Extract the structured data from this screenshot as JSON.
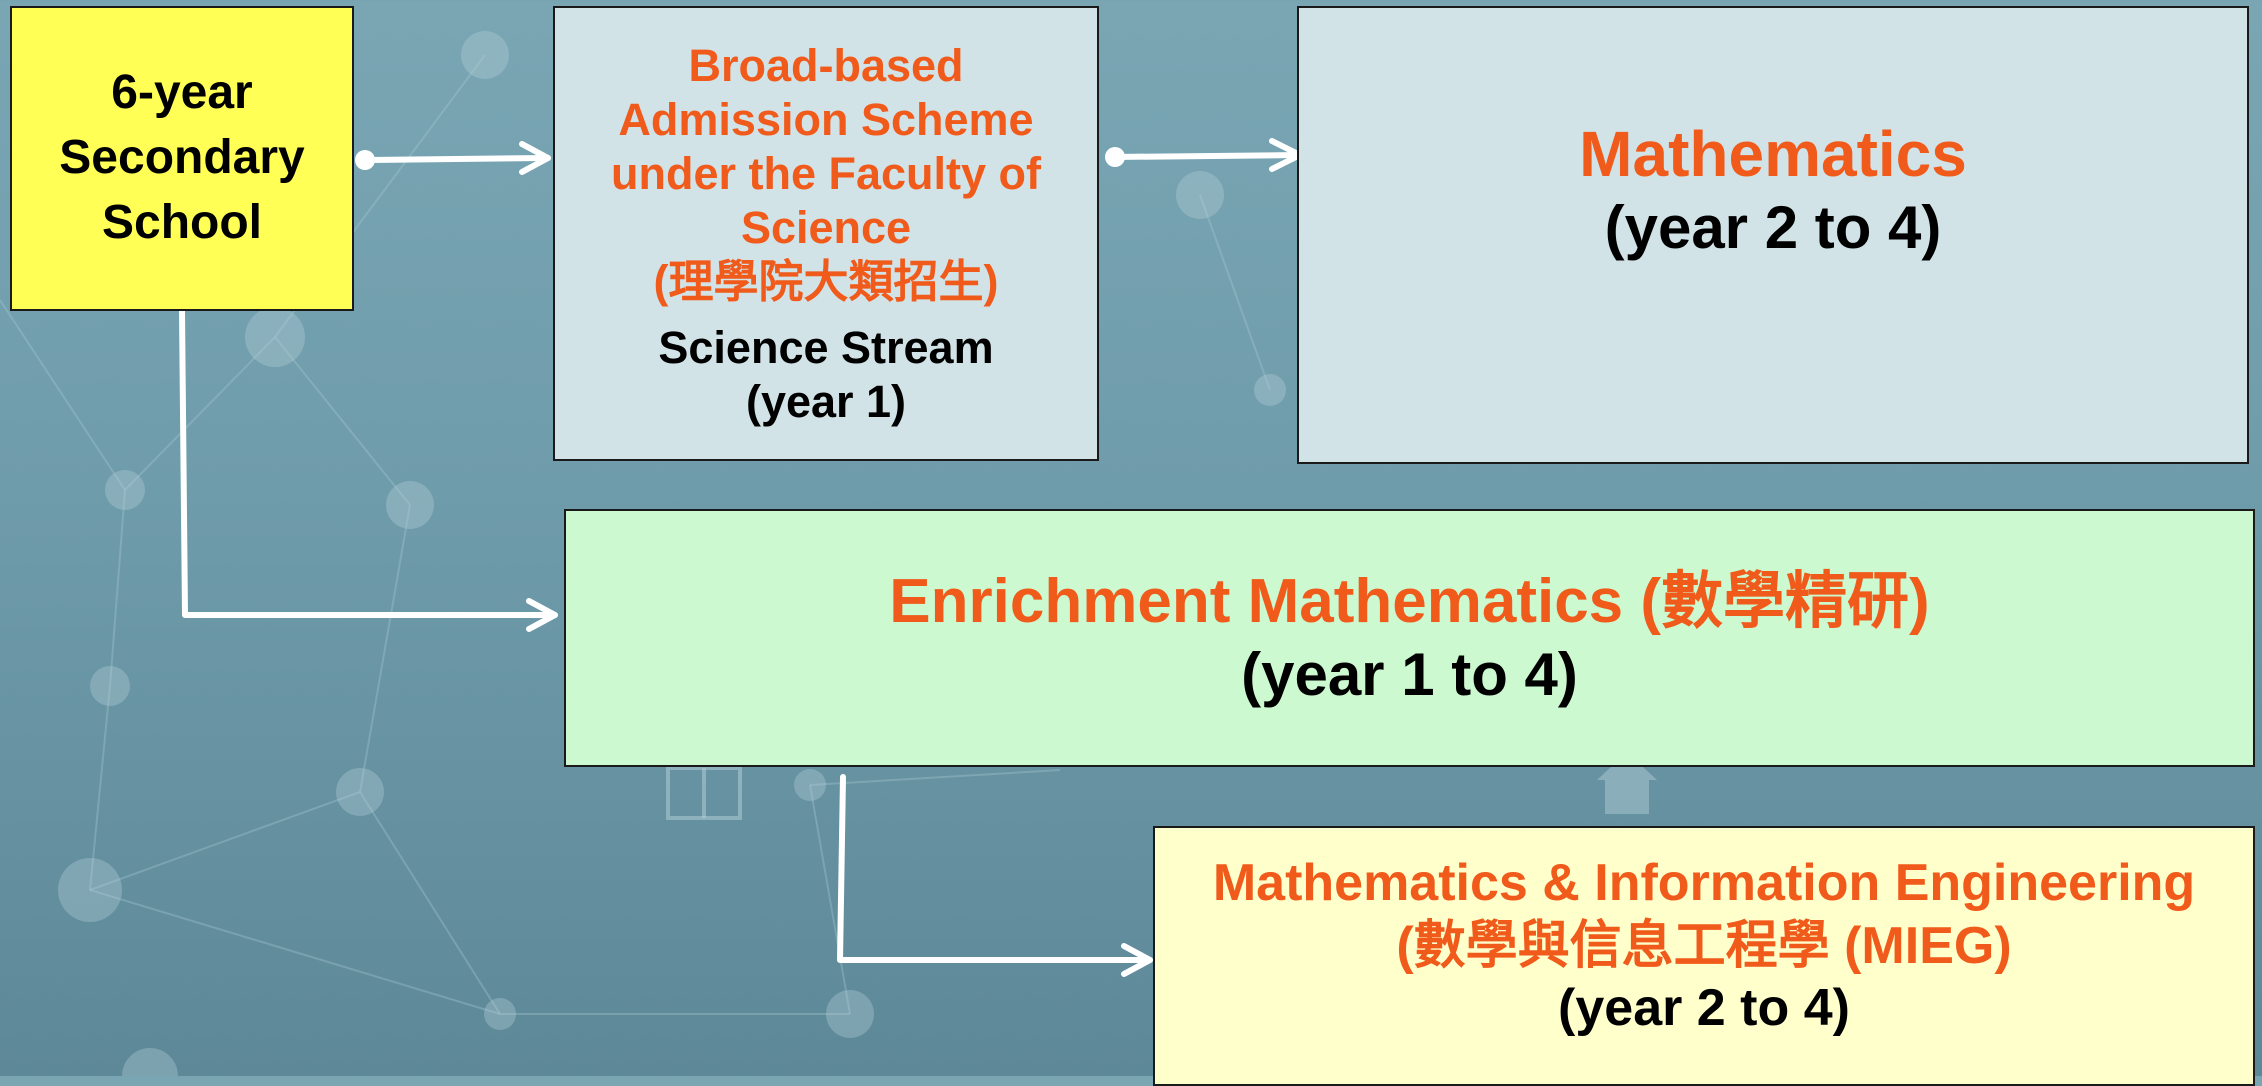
{
  "colors": {
    "accent_text": "#f05a1a",
    "secondary_box": "#ffff55",
    "stream_box": "#d2e3e7",
    "enrichment_box": "#ccf9d0",
    "mieg_box": "#ffffcc",
    "connector": "#ffffff"
  },
  "secondary_school": {
    "line1": "6-year",
    "line2": "Secondary",
    "line3": "School"
  },
  "admission_scheme": {
    "line1": "Broad-based",
    "line2": "Admission Scheme",
    "line3": "under the Faculty of",
    "line4": "Science",
    "line5": "(理學院大類招生)",
    "stream_line1": "Science Stream",
    "stream_line2": "(year 1)"
  },
  "mathematics": {
    "title": "Mathematics",
    "years": "(year 2 to 4)"
  },
  "enrichment": {
    "title": "Enrichment Mathematics (數學精研)",
    "years": "(year 1 to 4)"
  },
  "mieg": {
    "line1": "Mathematics & Information Engineering",
    "line2": "(數學與信息工程學 (MIEG)",
    "years": "(year 2 to 4)"
  },
  "connectors": [
    {
      "from": "secondary_school",
      "to": "admission_scheme"
    },
    {
      "from": "admission_scheme",
      "to": "mathematics"
    },
    {
      "from": "secondary_school",
      "to": "enrichment"
    },
    {
      "from": "enrichment",
      "to": "mieg"
    }
  ]
}
